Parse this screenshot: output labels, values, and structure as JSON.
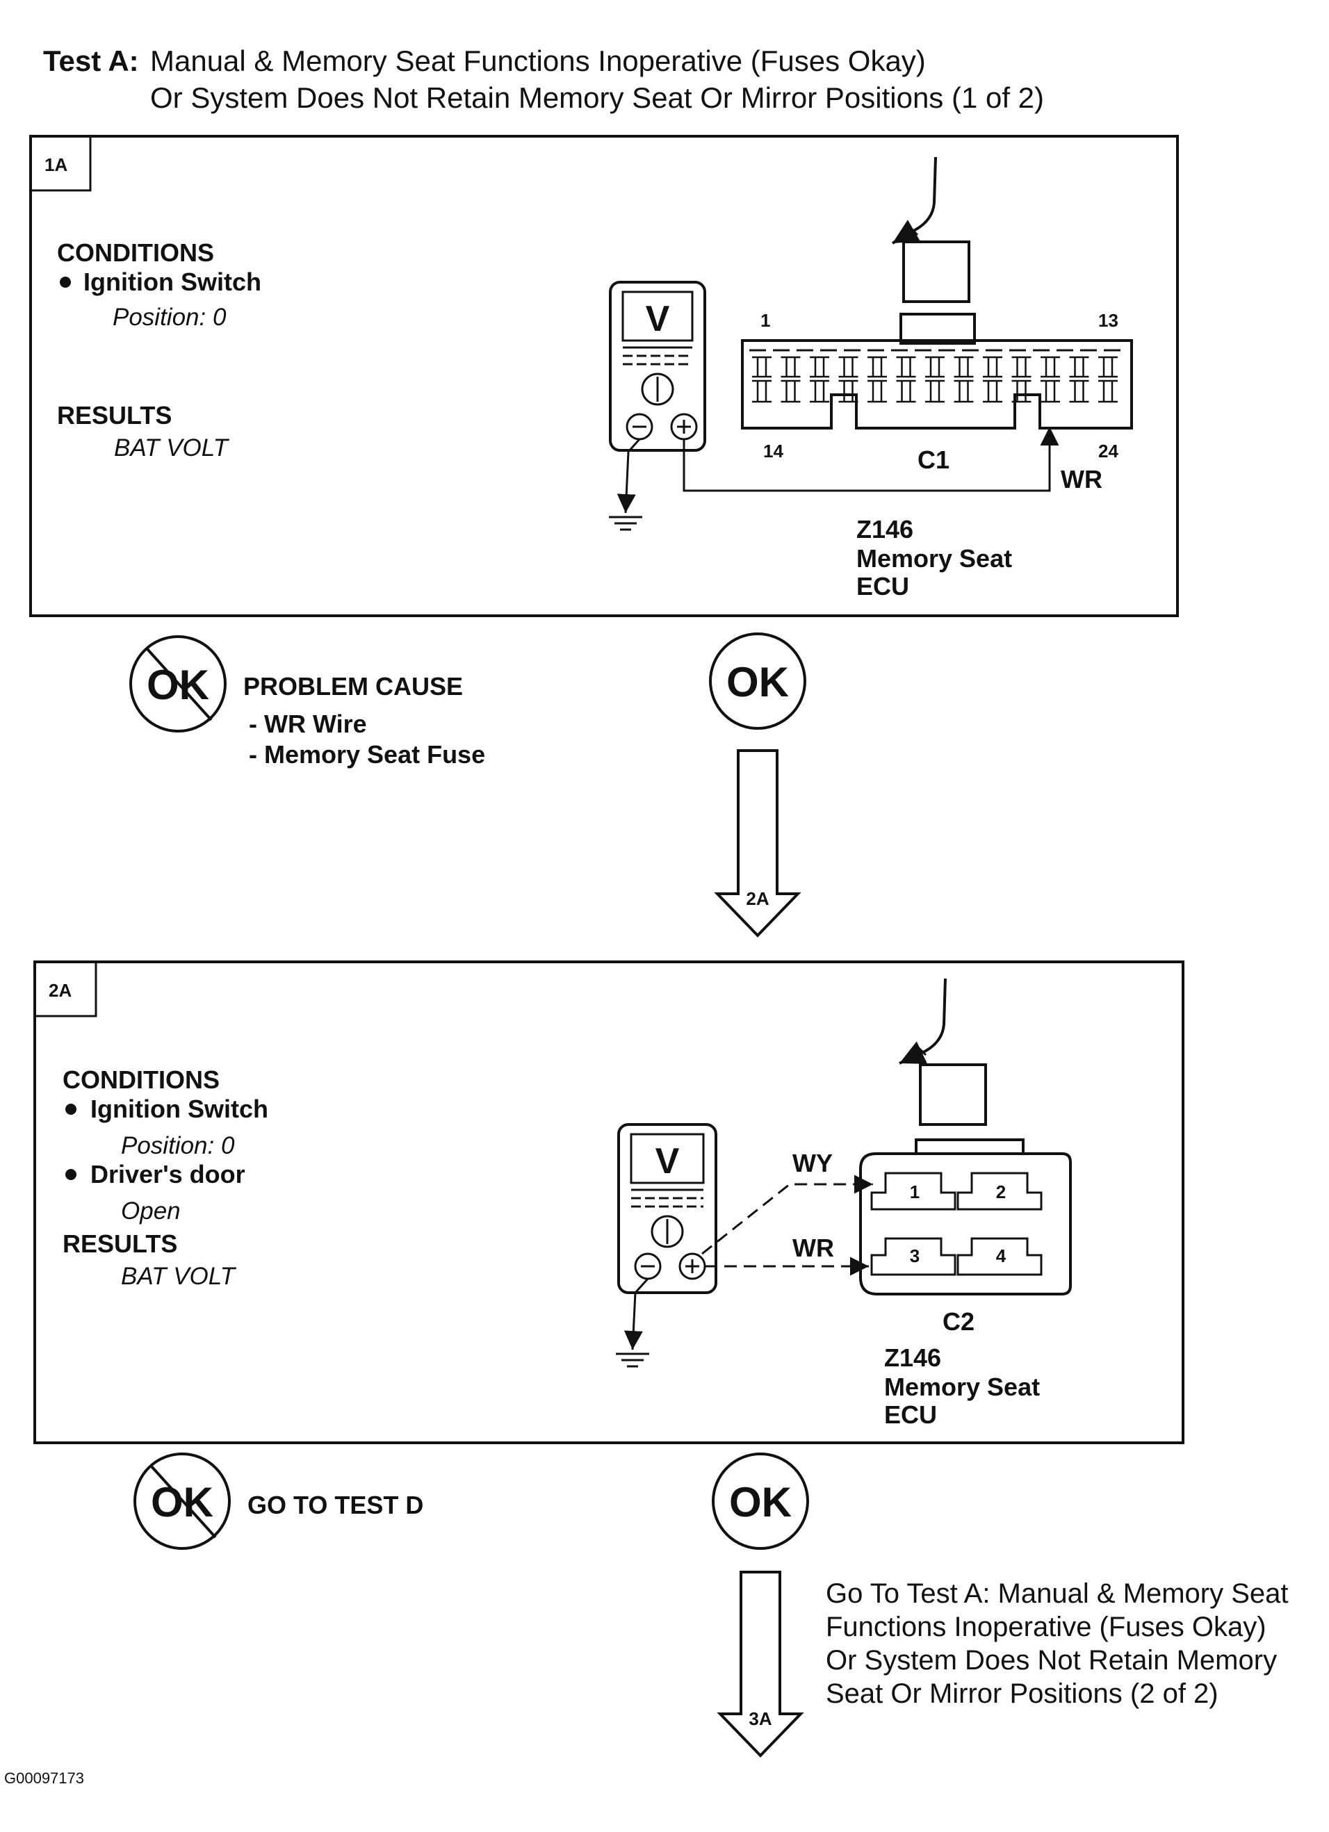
{
  "header": {
    "prefix": "Test A:",
    "line1": "Manual & Memory Seat Functions Inoperative (Fuses Okay)",
    "line2": "Or System Does Not Retain Memory Seat Or Mirror Positions (1 of 2)"
  },
  "step1": {
    "tag": "1A",
    "conditions_heading": "CONDITIONS",
    "conditions": [
      {
        "label": "Ignition Switch",
        "value": "Position: 0"
      }
    ],
    "results_heading": "RESULTS",
    "results_value": "BAT VOLT",
    "meter_label": "V",
    "connector": {
      "name": "C1",
      "pin_top_left": "1",
      "pin_top_right": "13",
      "pin_bottom_left": "14",
      "pin_bottom_right": "24",
      "wire": "WR"
    },
    "component": [
      "Z146",
      "Memory Seat",
      "ECU"
    ],
    "fail_badge": "OK",
    "fail_heading": "PROBLEM CAUSE",
    "fail_items": [
      "- WR Wire",
      "- Memory Seat Fuse"
    ],
    "pass_badge": "OK",
    "next_tag": "2A"
  },
  "step2": {
    "tag": "2A",
    "conditions_heading": "CONDITIONS",
    "conditions": [
      {
        "label": "Ignition Switch",
        "value": "Position: 0"
      },
      {
        "label": "Driver's door",
        "value": "Open"
      }
    ],
    "results_heading": "RESULTS",
    "results_value": "BAT VOLT",
    "meter_label": "V",
    "connector": {
      "name": "C2",
      "wire_top": "WY",
      "wire_bottom": "WR",
      "pins": [
        "1",
        "2",
        "3",
        "4"
      ]
    },
    "component": [
      "Z146",
      "Memory Seat",
      "ECU"
    ],
    "fail_badge": "OK",
    "fail_text": "GO TO TEST D",
    "pass_badge": "OK",
    "next_tag": "3A",
    "next_text": [
      "Go To Test A: Manual & Memory Seat",
      "Functions Inoperative (Fuses Okay)",
      "Or System Does Not Retain Memory",
      "Seat Or Mirror Positions (2 of 2)"
    ]
  },
  "footer_code": "G00097173"
}
